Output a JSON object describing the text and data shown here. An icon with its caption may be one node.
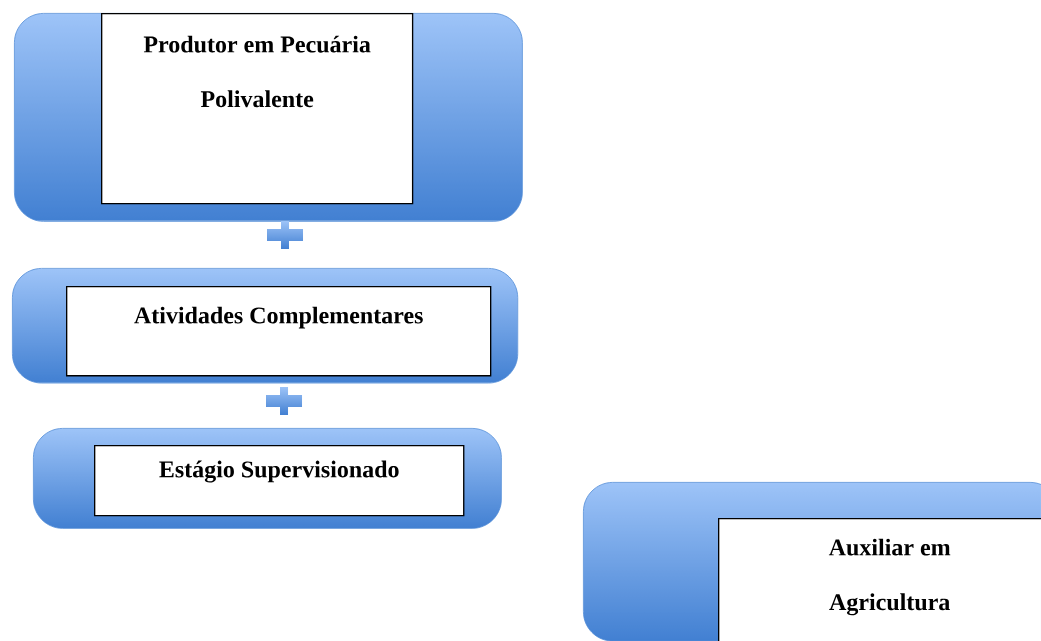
{
  "diagram": {
    "nodes": [
      {
        "text": [],
        "shape": "box"
      },
      {
        "text": [
          "Produtor em Pecuária Polivalente"
        ],
        "in": 0
      },
      {
        "text": [],
        "shape": "box"
      },
      {
        "text": [
          "Atividades Complementares"
        ],
        "in": 2
      },
      {
        "text": [],
        "shape": "box"
      },
      {
        "text": [
          "Estágio Supervisionado"
        ],
        "in": 4
      },
      {
        "text": [],
        "shape": "box"
      },
      {
        "text": [
          "Auxiliar em Agricultura"
        ],
        "in": 6
      }
    ]
  }
}
